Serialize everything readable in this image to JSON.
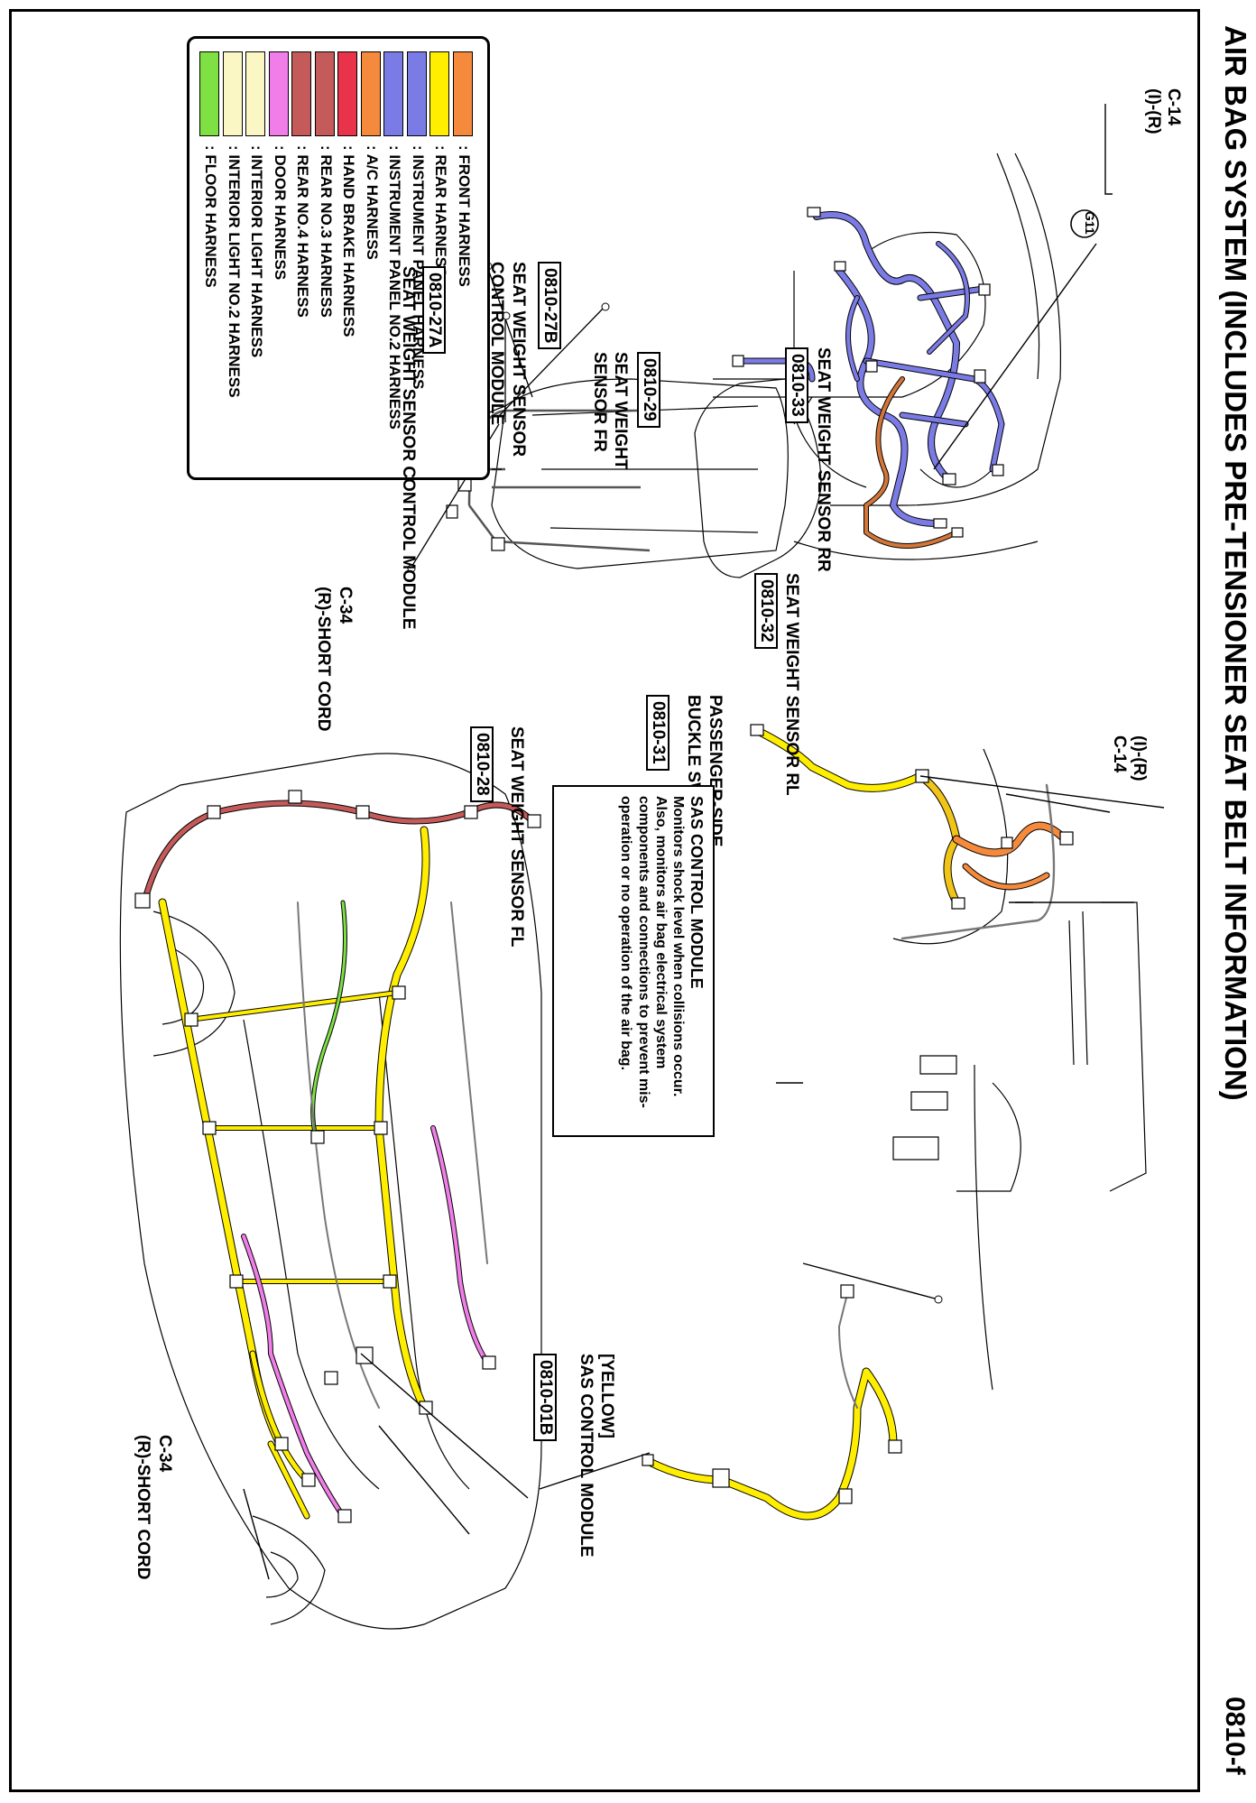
{
  "title": "AIR BAG SYSTEM (INCLUDES PRE-TENSIONER SEAT BELT INFORMATION)",
  "page_number": "0810-f",
  "legend": [
    {
      "color": "#f58a3c",
      "label": ": FRONT HARNESS"
    },
    {
      "color": "#ffee00",
      "label": ": REAR HARNESS"
    },
    {
      "color": "#7b7be6",
      "label": ": INSTRUMENT PANEL HARNESS"
    },
    {
      "color": "#7b7be6",
      "label": ": INSTRUMENT PANEL NO.2 HARNESS"
    },
    {
      "color": "#f58a3c",
      "label": ": A/C HARNESS"
    },
    {
      "color": "#e8334a",
      "label": ": HAND BRAKE HARNESS"
    },
    {
      "color": "#c45a5a",
      "label": ": REAR NO.3 HARNESS"
    },
    {
      "color": "#c45a5a",
      "label": ": REAR NO.4 HARNESS"
    },
    {
      "color": "#f07de8",
      "label": ": DOOR HARNESS"
    },
    {
      "color": "#fbf7c4",
      "label": ": INTERIOR LIGHT HARNESS"
    },
    {
      "color": "#fbf7c4",
      "label": ": INTERIOR LIGHT NO.2 HARNESS"
    },
    {
      "color": "#7ee043",
      "label": ": FLOOR HARNESS"
    }
  ],
  "labels": {
    "c14_top_code": "C-14",
    "c14_top_desc": "(I)-(R)",
    "g11": "G11",
    "swscm_desc": "SEAT WEIGHT SENSOR CONTROL MODULE",
    "swscm_code": "0810-27A",
    "swscm2_desc_1": "SEAT WEIGHT SENSOR",
    "swscm2_desc_2": "CONTROL MODULE",
    "swscm2_code": "0810-27B",
    "fr_desc_1": "SEAT WEIGHT",
    "fr_desc_2": "SENSOR FR",
    "fr_code": "0810-29",
    "rr_desc": "SEAT WEIGHT SENSOR RR",
    "rr_code": "0810-33",
    "rl_desc": "SEAT WEIGHT SENSOR RL",
    "rl_code": "0810-32",
    "buckle_desc_1": "PASSENGER-SIDE",
    "buckle_desc_2": "BUCKLE SWITCH",
    "buckle_code": "0810-31",
    "fl_desc": "SEAT WEIGHT SENSOR FL",
    "fl_code": "0810-28",
    "c34_mid_code": "C-34",
    "c34_mid_desc": "(R)-SHORT CORD",
    "c14_right_desc": "(I)-(R)",
    "c14_right_code": "C-14",
    "sas_code": "0810-01B",
    "sas_desc_1": "[YELLOW]",
    "sas_desc_2": "SAS CONTROL MODULE",
    "c34_bot_code": "C-34",
    "c34_bot_desc": "(R)-SHORT CORD"
  },
  "sas_box": {
    "heading": "SAS CONTROL MODULE",
    "text": "Monitors shock level when collisions occur. Also, monitors air bag electrical system components and connections to prevent mis-operation or no operation of the air bag."
  }
}
